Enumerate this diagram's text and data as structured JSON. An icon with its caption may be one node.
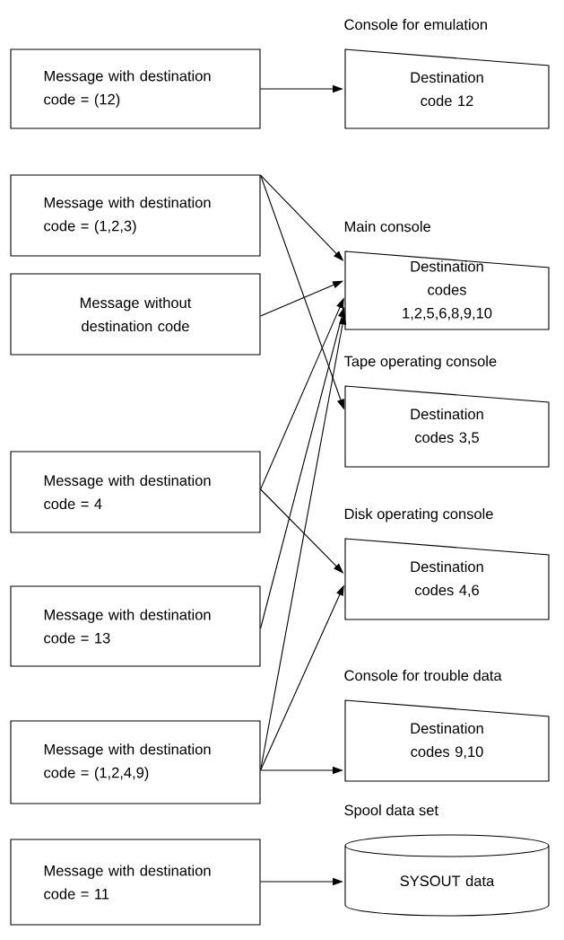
{
  "diagram": {
    "nodes": [
      {
        "text": [
          "Message with destination code = (12)"
        ]
      },
      {
        "text": [
          "Console for emulation",
          "Destination code 12"
        ]
      },
      {
        "text": [
          "Message with destination code = (1,2,3)"
        ]
      },
      {
        "text": [
          "Main console",
          "Destination codes 1,2,5,6,8,9,10"
        ]
      },
      {
        "text": [
          "Message without destination code"
        ]
      },
      {
        "text": [
          "Tape operating console",
          "Destination codes 3,5"
        ]
      },
      {
        "text": [
          "Message with destination code = 4"
        ]
      },
      {
        "text": [
          "Disk operating console",
          "Destination codes 4,6"
        ]
      },
      {
        "text": [
          "Message with destination code = 13"
        ]
      },
      {
        "text": [
          "Message with destination code = (1,2,4,9)"
        ]
      },
      {
        "text": [
          "Console for trouble data",
          "Destination codes 9,10"
        ]
      },
      {
        "text": [
          "Message with destination code = 11"
        ]
      },
      {
        "text": [
          "Spool data set",
          "SYSOUT data"
        ]
      }
    ],
    "edges": [
      {
        "from": 0,
        "to": 1,
        "arrow": "to"
      },
      {
        "from": 2,
        "to": 3,
        "arrow": "to"
      },
      {
        "from": 2,
        "to": 5,
        "arrow": "to"
      },
      {
        "from": 4,
        "to": 3,
        "arrow": "to"
      },
      {
        "from": 6,
        "to": 3,
        "arrow": "to"
      },
      {
        "from": 6,
        "to": 7,
        "arrow": "to"
      },
      {
        "from": 8,
        "to": 3,
        "arrow": "to"
      },
      {
        "from": 9,
        "to": 3,
        "arrow": "to"
      },
      {
        "from": 9,
        "to": 7,
        "arrow": "to"
      },
      {
        "from": 9,
        "to": 10,
        "arrow": "to"
      },
      {
        "from": 11,
        "to": 12,
        "arrow": "to"
      }
    ]
  }
}
